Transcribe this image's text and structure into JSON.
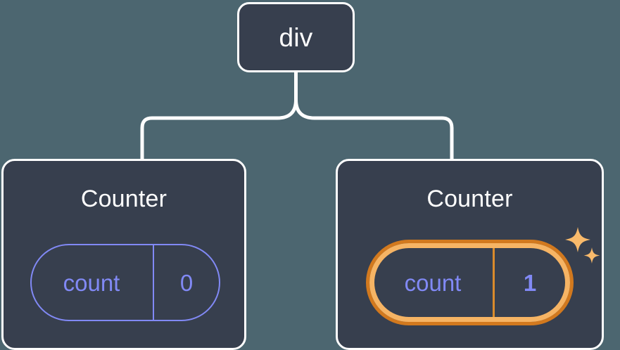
{
  "diagram": {
    "type": "component-tree",
    "background_color": "#4c6670",
    "node_fill": "#373f4e",
    "node_border": "#ffffff",
    "accent_purple": "#8189f5",
    "highlight_outer": "#d2791e",
    "highlight_inner": "#f6b464",
    "edge_color": "#ffffff",
    "root": {
      "label": "div"
    },
    "children": [
      {
        "title": "Counter",
        "highlighted": false,
        "state": {
          "key": "count",
          "value": "0"
        }
      },
      {
        "title": "Counter",
        "highlighted": true,
        "sparkle": "sparkles-icon",
        "state": {
          "key": "count",
          "value": "1"
        }
      }
    ]
  }
}
